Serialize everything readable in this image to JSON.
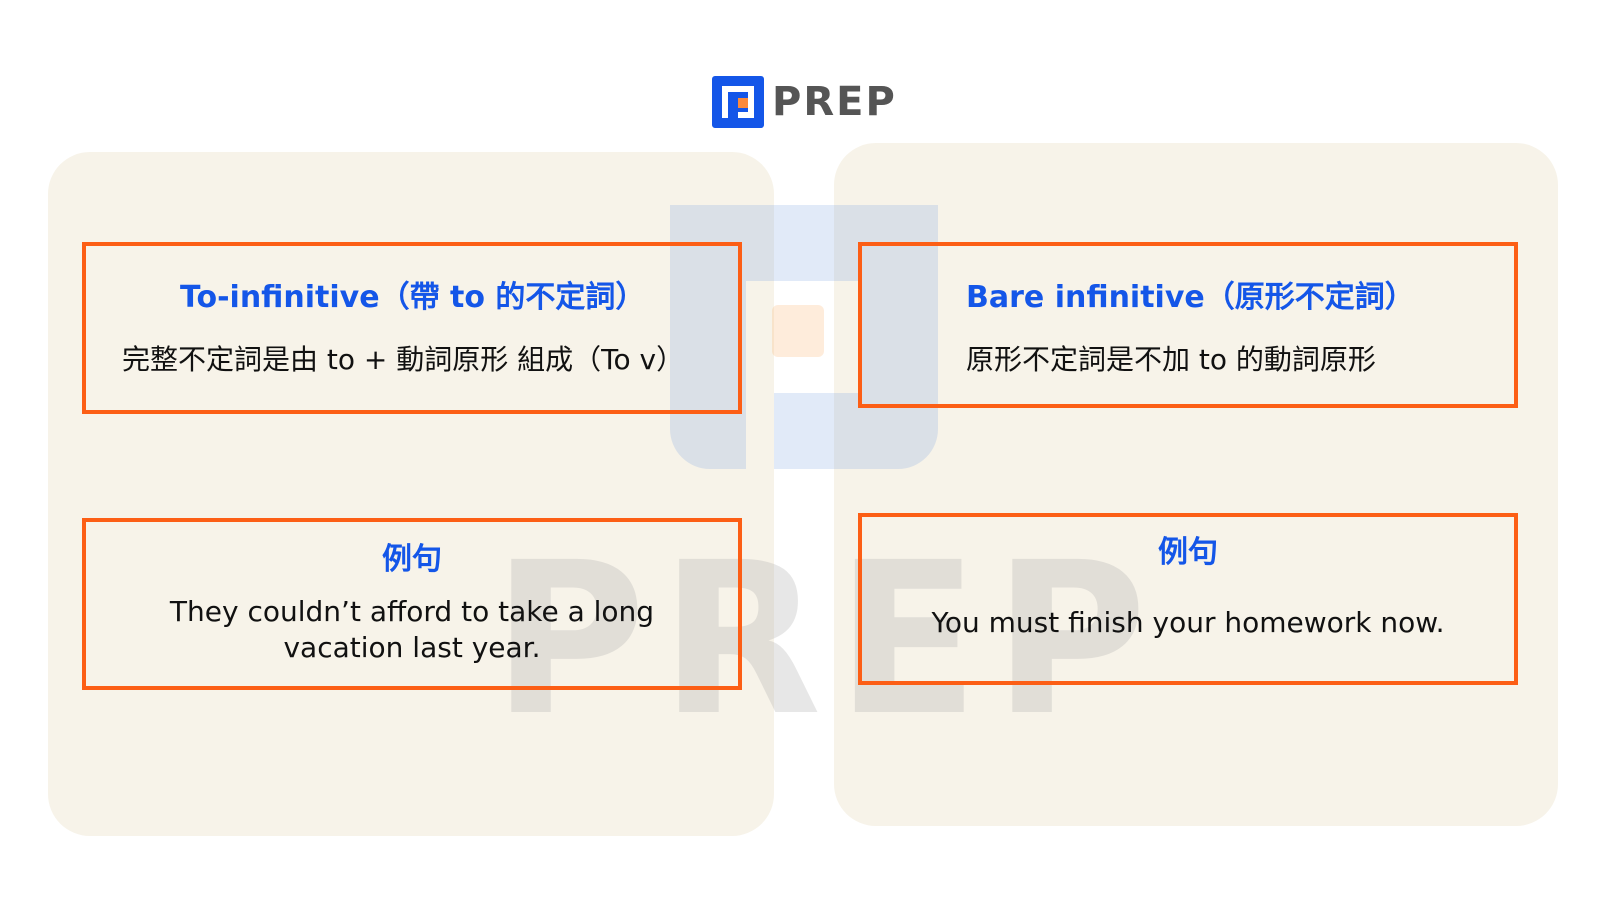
{
  "brand": {
    "name": "PREP",
    "colors": {
      "blue": "#1456e8",
      "orange": "#fc5e15",
      "panel": "#f7f3e9",
      "text": "#111111"
    }
  },
  "left": {
    "definition_title": "To-infinitive（帶 to 的不定詞）",
    "definition_text": "完整不定詞是由 to + 動詞原形 組成（To v）",
    "example_title": "例句",
    "example_text": "They couldn’t afford to take a long vacation last year."
  },
  "right": {
    "definition_title": "Bare infinitive（原形不定詞）",
    "definition_text": "原形不定詞是不加 to 的動詞原形",
    "example_title": "例句",
    "example_text": "You must finish your homework now."
  }
}
